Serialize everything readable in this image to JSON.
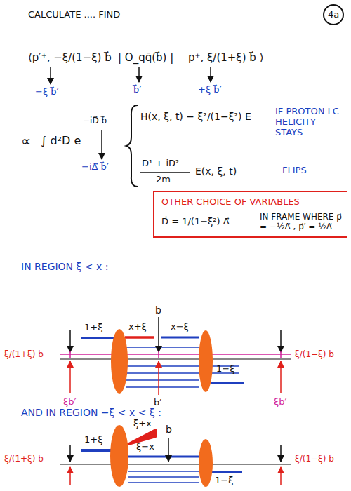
{
  "diagram": {
    "nodes": [
      {
        "text": [
          "4a"
        ]
      },
      {
        "text": [
          "OTHER CHOICE OF VARIABLES",
          "D⃗ = 1/(1−ξ²) Δ⃗",
          "IN FRAME WHERE p⃗ = −½Δ⃗ , p⃗′ = ½Δ⃗"
        ]
      }
    ],
    "labels": [
      "CALCULATE .... FIND",
      "⟨p′⁺, −ξ/(1−ξ) b⃗",
      "| O_qq̄(b⃗) |",
      "p⁺, ξ/(1+ξ) b⃗ ⟩",
      "−ξ b⃗′",
      "b⃗′",
      "+ξ b⃗′",
      "∝",
      "∫ d²D e",
      "−iD⃗ b⃗",
      "−iΔ⃗ b⃗′",
      "H(x, ξ, t) − ξ²/(1−ξ²) E",
      "IF PROTON LC HELICITY STAYS",
      "D¹ + iD²",
      "2m",
      "E(x, ξ, t)",
      "FLIPS",
      "IN REGION ξ < x :",
      "1+ξ",
      "x+ξ",
      "x−ξ",
      "b",
      "1−ξ",
      "ξ/(1+ξ) b",
      "ξ/(1−ξ) b",
      "ξb′",
      "b′",
      "ξb′",
      "AND IN REGION −ξ < x < ξ :",
      "1+ξ",
      "ξ+x",
      "ξ−x",
      "b",
      "1−ξ",
      "ξ/(1+ξ) b",
      "ξ/(1−ξ) b"
    ]
  }
}
